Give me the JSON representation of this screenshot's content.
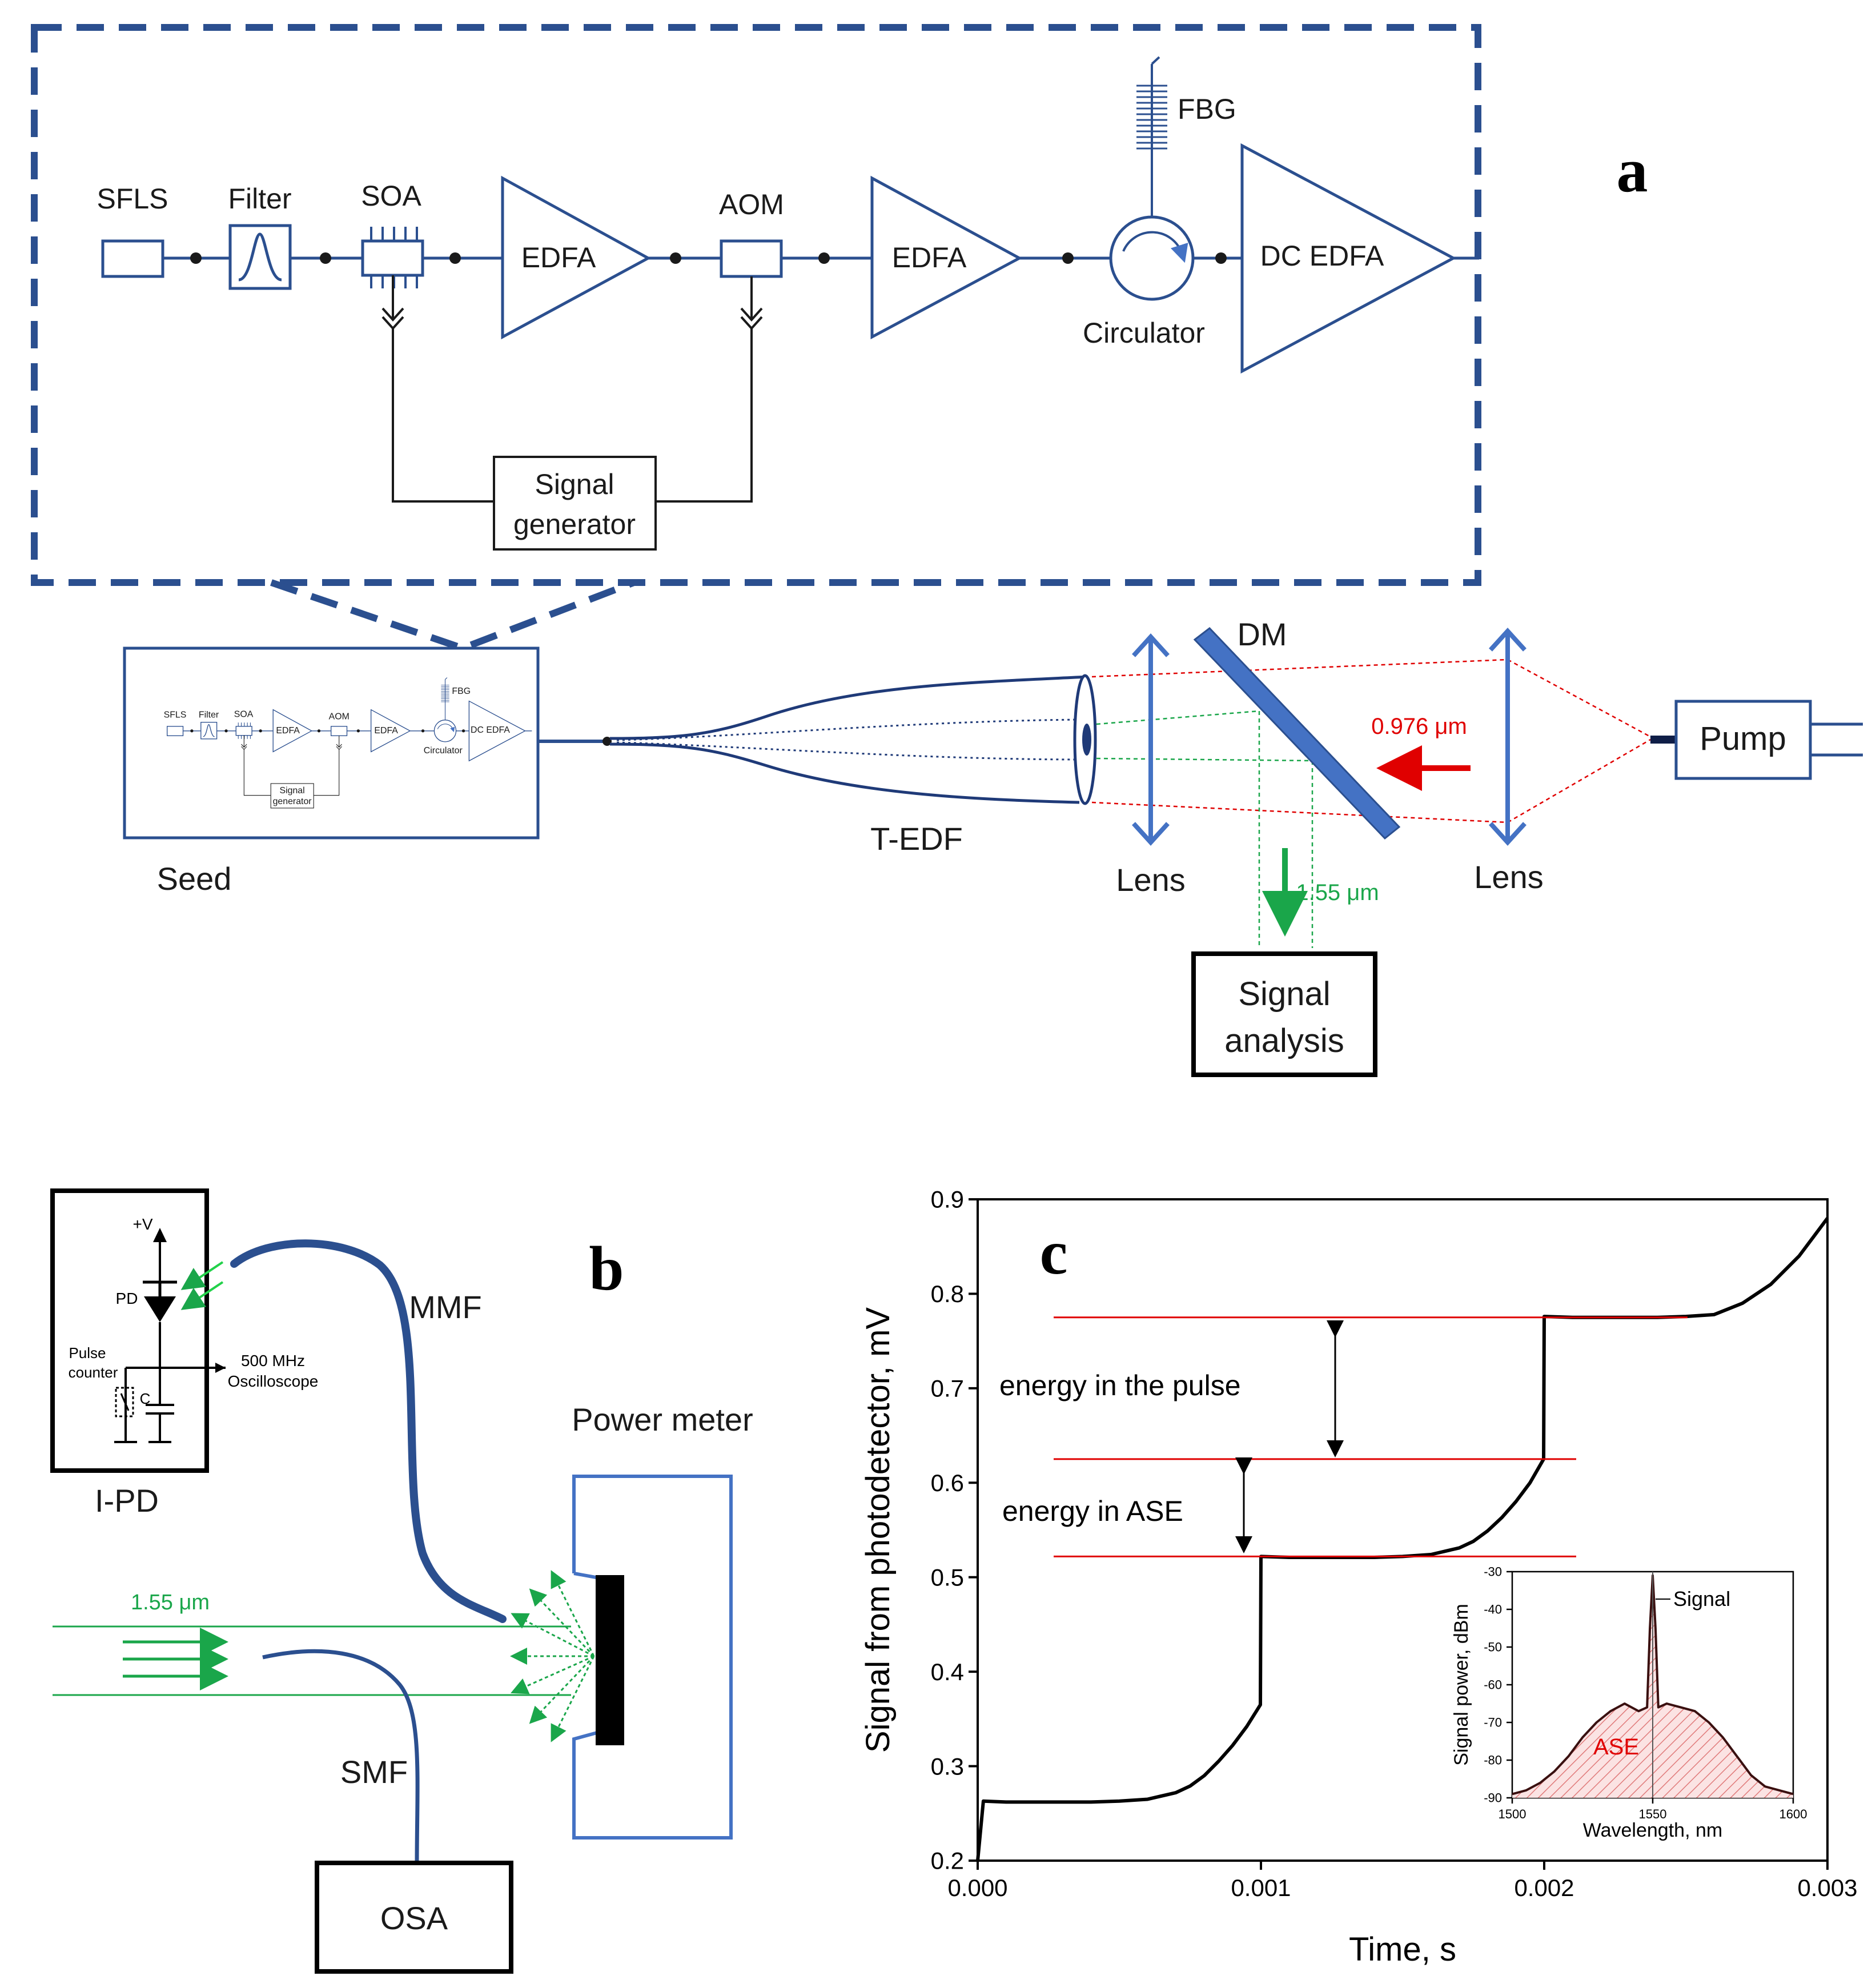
{
  "panel_a": {
    "letter": "a",
    "sfls": "SFLS",
    "filter": "Filter",
    "soa": "SOA",
    "edfa1": "EDFA",
    "aom": "AOM",
    "edfa2": "EDFA",
    "fbg": "FBG",
    "circulator": "Circulator",
    "dc_edfa": "DC EDFA",
    "siggen_line1": "Signal",
    "siggen_line2": "generator",
    "seed": "Seed",
    "tedf": "T-EDF",
    "lens_left": "Lens",
    "lens_right": "Lens",
    "dm": "DM",
    "pump": "Pump",
    "pump_wavelength": "0.976 μm",
    "signal_wavelength": "1.55 μm",
    "analysis_line1": "Signal",
    "analysis_line2": "analysis",
    "mini": {
      "sfls": "SFLS",
      "filter": "Filter",
      "soa": "SOA",
      "edfa1": "EDFA",
      "aom": "AOM",
      "edfa2": "EDFA",
      "fbg": "FBG",
      "circulator": "Circulator",
      "dc_edfa": "DC EDFA",
      "siggen_line1": "Signal",
      "siggen_line2": "generator"
    }
  },
  "panel_b": {
    "letter": "b",
    "plus_v": "+V",
    "pd": "PD",
    "pulse_line1": "Pulse",
    "pulse_line2": "counter",
    "cap": "C",
    "osc_line1": "500 MHz",
    "osc_line2": "Oscilloscope",
    "ipd": "I-PD",
    "mmf": "MMF",
    "power_meter": "Power meter",
    "wavelength": "1.55 μm",
    "smf": "SMF",
    "osa": "OSA"
  },
  "panel_c": {
    "letter": "c",
    "annotation_pulse": "energy in the pulse",
    "annotation_ase": "energy in ASE",
    "chart_data": [
      {
        "type": "line",
        "xlabel": "Time, s",
        "ylabel": "Signal from photodetector, mV",
        "xlim": [
          0,
          0.003
        ],
        "ylim": [
          0.2,
          0.9
        ],
        "xticks": [
          "0.000",
          "0.001",
          "0.002",
          "0.003"
        ],
        "yticks": [
          "0.2",
          "0.3",
          "0.4",
          "0.5",
          "0.6",
          "0.7",
          "0.8",
          "0.9"
        ],
        "x": [
          0.0,
          2e-05,
          0.0001,
          0.0002,
          0.0003,
          0.0004,
          0.0005,
          0.0006,
          0.0007,
          0.00075,
          0.0008,
          0.00085,
          0.0009,
          0.00095,
          0.000998,
          0.001,
          0.0011,
          0.0012,
          0.0013,
          0.0014,
          0.0015,
          0.0016,
          0.0017,
          0.00175,
          0.0018,
          0.00185,
          0.0019,
          0.00195,
          0.001998,
          0.002,
          0.0021,
          0.0022,
          0.0023,
          0.0024,
          0.0025,
          0.0026,
          0.0027,
          0.0028,
          0.0029,
          0.003
        ],
        "y": [
          0.2,
          0.263,
          0.262,
          0.262,
          0.262,
          0.262,
          0.263,
          0.265,
          0.272,
          0.279,
          0.29,
          0.305,
          0.322,
          0.342,
          0.365,
          0.522,
          0.521,
          0.521,
          0.521,
          0.521,
          0.522,
          0.524,
          0.531,
          0.538,
          0.549,
          0.563,
          0.58,
          0.6,
          0.625,
          0.776,
          0.775,
          0.775,
          0.775,
          0.775,
          0.776,
          0.778,
          0.79,
          0.81,
          0.84,
          0.88
        ],
        "reference_lines": [
          0.775,
          0.625,
          0.522
        ],
        "reference_line_color": "#e00000"
      },
      {
        "type": "area",
        "xlabel": "Wavelength, nm",
        "ylabel": "Signal power, dBm",
        "xlim": [
          1500,
          1600
        ],
        "ylim": [
          -90,
          -30
        ],
        "xticks": [
          "1500",
          "1550",
          "1600"
        ],
        "yticks": [
          "-30",
          "-40",
          "-50",
          "-60",
          "-70",
          "-80",
          "-90"
        ],
        "x": [
          1500,
          1505,
          1510,
          1515,
          1520,
          1525,
          1530,
          1535,
          1540,
          1545,
          1548,
          1549,
          1550,
          1551,
          1552,
          1555,
          1560,
          1565,
          1570,
          1575,
          1580,
          1585,
          1590,
          1595,
          1600
        ],
        "y": [
          -89,
          -88,
          -86,
          -83,
          -79,
          -74,
          -70,
          -67,
          -65,
          -67,
          -66,
          -45,
          -31,
          -45,
          -66,
          -65,
          -66,
          -67,
          -70,
          -74,
          -79,
          -84,
          -87,
          -88,
          -89
        ],
        "annotations": [
          "Signal",
          "ASE"
        ],
        "marker_x": 1550
      }
    ]
  }
}
